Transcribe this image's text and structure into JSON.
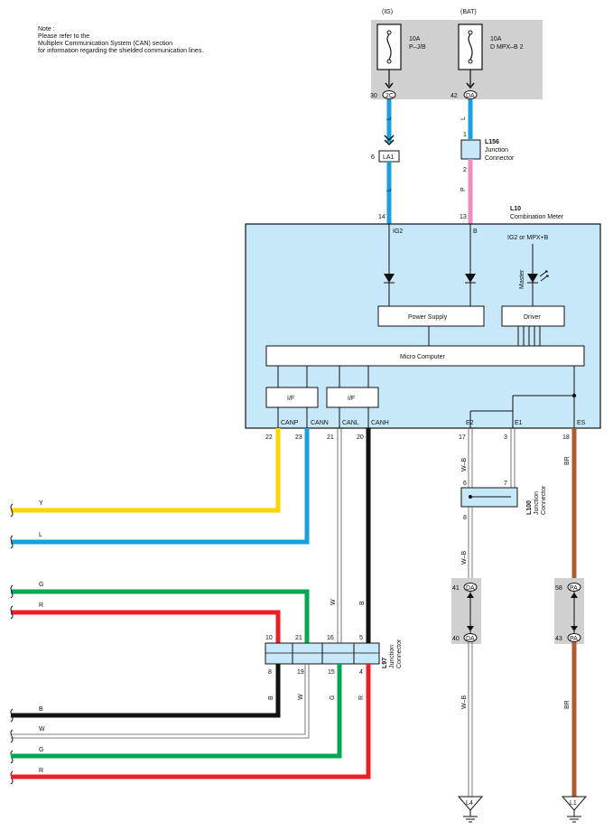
{
  "note": {
    "line1": "Note :",
    "line2": "Please refer to the",
    "line3": "Multiplex Communication System (CAN) section",
    "line4": "for information regarding the shielded communication lines."
  },
  "fuses": {
    "ig": {
      "source": "(IG)",
      "rating": "10A",
      "name": "P–J/B",
      "pin": "30",
      "conn": "2C"
    },
    "bat": {
      "source": "(BAT)",
      "rating": "10A",
      "name": "D MPX–B 2",
      "pin": "42",
      "conn": "DA"
    }
  },
  "wires": {
    "ig_top": "L",
    "ig_bottom": "L",
    "bat_top": "L",
    "bat_bottom": "P",
    "e2_upper": "W–B",
    "e2_mid": "W–B",
    "e2_lower": "W–B",
    "es_upper": "BR",
    "es_lower": "BR",
    "canl_vert": "W",
    "canh_vert": "B",
    "out_b": "B",
    "out_w": "W",
    "out_g": "G",
    "out_r": "R"
  },
  "la1": {
    "pin": "6",
    "label": "LA1"
  },
  "l156": {
    "id": "L156",
    "name1": "Junction",
    "name2": "Connector",
    "pin_top": "1",
    "pin_bottom": "2"
  },
  "meter": {
    "id": "L10",
    "name": "Combination Meter",
    "pin_ig2": "14",
    "pin_b": "13",
    "term_ig2": "IG2",
    "term_b": "B",
    "ig2_mpx": "IG2 or MPX+B",
    "master": "Master",
    "power_supply": "Power Supply",
    "driver": "Driver",
    "micro": "Micro Computer",
    "if1": "I/F",
    "if2": "I/F",
    "terms": [
      "CANP",
      "CANN",
      "CANL",
      "CANH",
      "E2",
      "E1",
      "ES"
    ],
    "pins": [
      "22",
      "23",
      "21",
      "20",
      "17",
      "3",
      "18"
    ]
  },
  "left_wires": [
    "Y",
    "L",
    "G",
    "R",
    "B",
    "W",
    "G",
    "R"
  ],
  "l100": {
    "id": "L100",
    "name1": "Junction",
    "name2": "Connector",
    "pin6": "6",
    "pin7": "7",
    "pin8": "8"
  },
  "l97": {
    "id": "L97",
    "name1": "Junction",
    "name2": "Connector",
    "top_pins": [
      "10",
      "21",
      "16",
      "5"
    ],
    "bottom_pins": [
      "8",
      "19",
      "15",
      "4"
    ]
  },
  "conn_e2": {
    "pin_top": "41",
    "pin_bottom": "40",
    "label": "DA"
  },
  "conn_es": {
    "pin_top": "58",
    "pin_bottom": "43",
    "label": "PA"
  },
  "grounds": {
    "e2": "L4",
    "es": "L1"
  },
  "colors": {
    "wire_l": "#1aa0e0",
    "wire_p": "#f08cbf",
    "wire_y": "#ffd400",
    "wire_g": "#00a650",
    "wire_r": "#e8202a",
    "wire_b": "#111111",
    "wire_br": "#b05a2e",
    "meter_fill": "#c7e8f8",
    "shade": "#d0d0d0"
  }
}
